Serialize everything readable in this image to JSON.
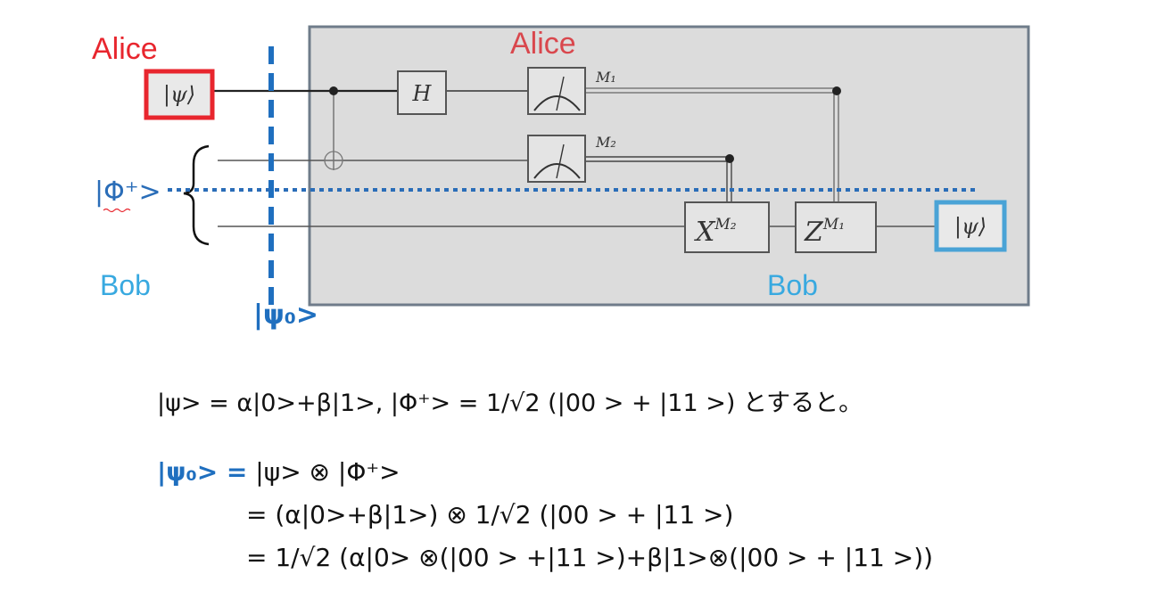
{
  "labels": {
    "alice_left": "Alice",
    "alice_top": "Alice",
    "bob_left": "Bob",
    "bob_bottom": "Bob",
    "phi_plus": "|Φ⁺>",
    "psi0": "|ψ₀>"
  },
  "circuit": {
    "input_state": "|ψ⟩",
    "output_state": "|ψ⟩",
    "gate_h": "H",
    "gate_x": "X",
    "gate_x_sup": "M₂",
    "gate_z": "Z",
    "gate_z_sup": "M₁",
    "meter1_label": "M₁",
    "meter2_label": "M₂"
  },
  "equations": {
    "line1": "|ψ> = α|0>+β|1>, |Φ⁺> = 1/√2 (|00 > + |11 >) とすると。",
    "line2_lhs": "|ψ₀> =",
    "line2_rhs": " |ψ> ⊗ |Φ⁺>",
    "line3": "= (α|0>+β|1>) ⊗ 1/√2 (|00 > + |11 >)",
    "line4": "= 1/√2 (α|0> ⊗(|00 > +|11 >)+β|1>⊗(|00 > + |11 >))"
  },
  "colors": {
    "alice": "#e8262e",
    "bob": "#38a9e0",
    "barrier": "#1f6fbf",
    "panel": "#dcdcdc"
  }
}
